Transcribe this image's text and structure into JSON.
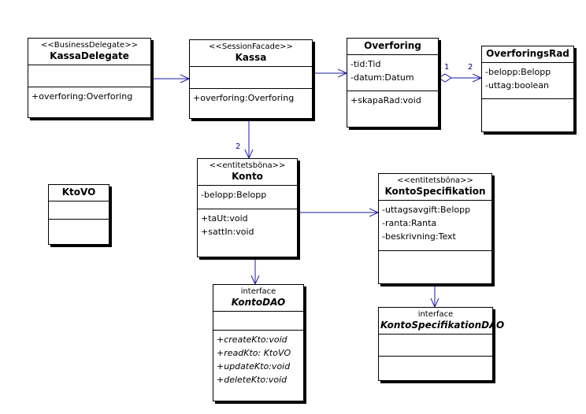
{
  "classes": {
    "kassa_delegate": {
      "stereotype": "<<BusinessDelegate>>",
      "name": "KassaDelegate",
      "operations": [
        "+overforing:Overforing"
      ]
    },
    "kassa": {
      "stereotype": "<<SessionFacade>>",
      "name": "Kassa",
      "operations": [
        "+overforing:Overforing"
      ]
    },
    "overforing": {
      "name": "Overforing",
      "attributes": [
        "-tid:Tid",
        "-datum:Datum"
      ],
      "operations": [
        "+skapaRad:void"
      ]
    },
    "overforings_rad": {
      "name": "OverforingsRad",
      "attributes": [
        "-belopp:Belopp",
        "-uttag:boolean"
      ]
    },
    "konto": {
      "stereotype": "<<entitetsböna>>",
      "name": "Konto",
      "attributes": [
        "-belopp:Belopp"
      ],
      "operations": [
        "+taUt:void",
        "+sattIn:void"
      ]
    },
    "konto_specifikation": {
      "stereotype": "<<entitetsböna>>",
      "name": "KontoSpecifikation",
      "attributes": [
        "-uttagsavgift:Belopp",
        "-ranta:Ranta",
        "-beskrivning:Text"
      ]
    },
    "kto_vo": {
      "name": "KtoVO"
    },
    "konto_dao": {
      "stereotype": "interface",
      "name": "KontoDAO",
      "operations": [
        "+createKto:void",
        "+readKto: KtoVO",
        "+updateKto:void",
        "+deleteKto:void"
      ]
    },
    "konto_specifikation_dao": {
      "stereotype": "interface",
      "name": "KontoSpecifikationDAO"
    }
  },
  "multiplicities": {
    "overforing_rad_source": "1",
    "overforing_rad_target": "2",
    "kassa_konto": "2"
  },
  "colors": {
    "connector": "#1a1aa6",
    "border": "#000000"
  }
}
